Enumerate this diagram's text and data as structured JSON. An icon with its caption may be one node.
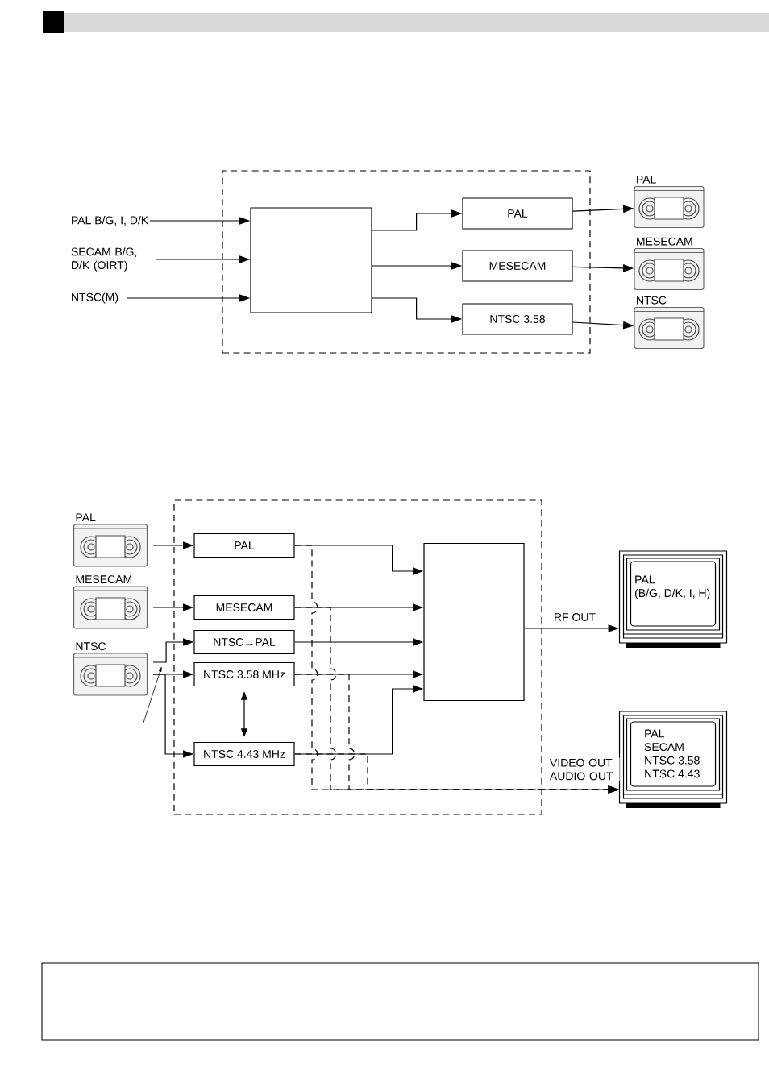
{
  "diagram": {
    "nodes": [
      {
        "text": [],
        "shape": "box"
      },
      {
        "text": [
          "PAL B/G, I, D/K"
        ]
      },
      {
        "text": [
          "SECAM B/G, D/K (OIRT)"
        ]
      },
      {
        "text": [
          "NTSC(M)"
        ]
      },
      {
        "text": [],
        "shape": "box",
        "in": 0
      },
      {
        "text": [
          "PAL"
        ],
        "in": 0
      },
      {
        "text": [
          "MESECAM"
        ],
        "in": 0
      },
      {
        "text": [
          "NTSC 3.58"
        ],
        "in": 0
      },
      {
        "text": [
          "PAL"
        ]
      },
      {
        "text": [
          "MESECAM"
        ]
      },
      {
        "text": [
          "NTSC"
        ]
      },
      {
        "text": [],
        "shape": "box"
      },
      {
        "text": [
          "PAL"
        ]
      },
      {
        "text": [
          "MESECAM"
        ]
      },
      {
        "text": [
          "NTSC"
        ]
      },
      {
        "text": [
          "PAL"
        ],
        "in": 11
      },
      {
        "text": [
          "MESECAM"
        ],
        "in": 11
      },
      {
        "text": [
          "NTSC→PAL"
        ],
        "in": 11
      },
      {
        "text": [
          "NTSC 3.58 MHz"
        ],
        "in": 11
      },
      {
        "text": [
          "NTSC 4.43 MHz"
        ],
        "in": 11
      },
      {
        "text": [],
        "shape": "box",
        "in": 11
      },
      {
        "text": [
          "PAL",
          "(B/G, D/K, I, H)"
        ]
      },
      {
        "text": [
          "PAL",
          "SECAM",
          "NTSC 3.58",
          "NTSC 4.43"
        ]
      }
    ],
    "edges": [
      {
        "from": 1,
        "to": 4,
        "arrow": "to"
      },
      {
        "from": 2,
        "to": 4,
        "arrow": "to"
      },
      {
        "from": 3,
        "to": 4,
        "arrow": "to"
      },
      {
        "from": 4,
        "to": 5,
        "arrow": "to"
      },
      {
        "from": 4,
        "to": 6,
        "arrow": "to"
      },
      {
        "from": 4,
        "to": 7,
        "arrow": "to"
      },
      {
        "from": 5,
        "to": 8,
        "arrow": "to"
      },
      {
        "from": 6,
        "to": 9,
        "arrow": "to"
      },
      {
        "from": 7,
        "to": 10,
        "arrow": "to"
      },
      {
        "from": 12,
        "to": 15,
        "arrow": "to"
      },
      {
        "from": 13,
        "to": 16,
        "arrow": "to"
      },
      {
        "from": 14,
        "to": 17,
        "arrow": "to"
      },
      {
        "from": 14,
        "to": 18,
        "arrow": "to"
      },
      {
        "from": 14,
        "to": 19,
        "arrow": "to"
      },
      {
        "from": 18,
        "to": 19,
        "arrow": "both"
      },
      {
        "from": 15,
        "to": 20,
        "arrow": "to"
      },
      {
        "from": 16,
        "to": 20,
        "arrow": "to"
      },
      {
        "from": 17,
        "to": 20,
        "arrow": "to"
      },
      {
        "from": 18,
        "to": 20,
        "arrow": "to"
      },
      {
        "from": 19,
        "to": 20,
        "arrow": "to"
      },
      {
        "from": 20,
        "to": 21,
        "arrow": "to",
        "label": "RF OUT"
      },
      {
        "from": 15,
        "to": 22,
        "arrow": "to",
        "style": "dashed",
        "label": "VIDEO OUT AUDIO OUT"
      },
      {
        "from": 16,
        "to": 22,
        "arrow": "to",
        "style": "dashed"
      },
      {
        "from": 18,
        "to": 22,
        "arrow": "to",
        "style": "dashed"
      },
      {
        "from": 19,
        "to": 22,
        "arrow": "to",
        "style": "dashed"
      }
    ]
  }
}
